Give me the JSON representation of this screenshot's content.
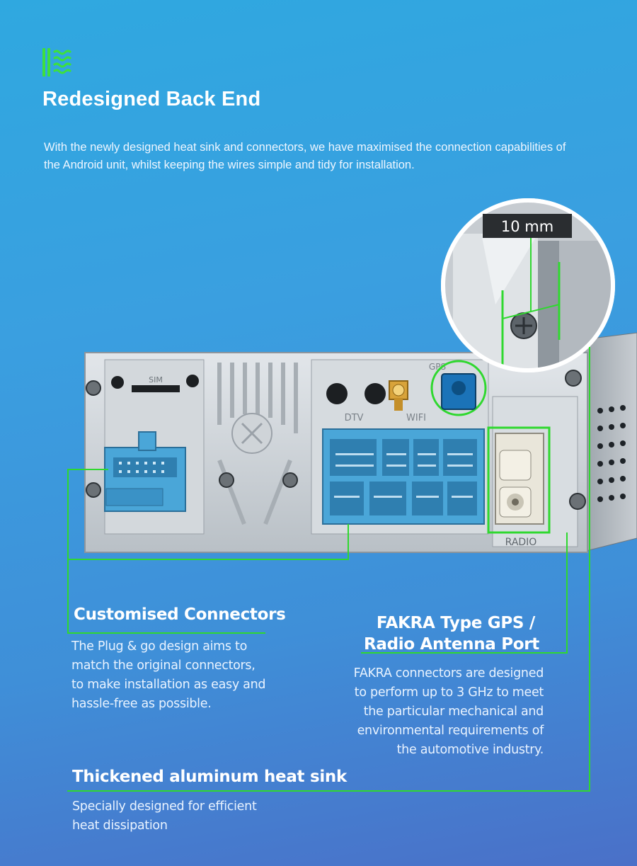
{
  "header": {
    "title": "Redesigned Back End",
    "intro": "With the newly designed heat sink and connectors, we have maximised the connection capabilities of the Android unit, whilst keeping the wires simple and tidy for installation.",
    "icon": "heat-sink-icon"
  },
  "device": {
    "zoom_label": "10 mm",
    "port_labels": {
      "sim": "SIM",
      "dtv": "DTV",
      "wifi": "WIFI",
      "gps": "GPS",
      "radio": "RADIO"
    }
  },
  "features": {
    "connectors": {
      "title": "Customised Connectors",
      "desc_lines": [
        "The Plug & go design aims to",
        "match the original connectors,",
        "to make installation as easy and",
        "hassle-free as possible."
      ]
    },
    "fakra": {
      "title_lines": [
        "FAKRA Type GPS /",
        "Radio Antenna Port"
      ],
      "desc_lines": [
        "FAKRA connectors are designed",
        "to perform up to 3 GHz to meet",
        "the particular mechanical and",
        "environmental requirements of",
        "the automotive industry."
      ]
    },
    "heatsink": {
      "title": "Thickened aluminum heat sink",
      "desc_lines": [
        "Specially designed for efficient",
        "heat dissipation"
      ]
    }
  },
  "colors": {
    "accent": "#2fd82f",
    "connector_blue": "#4aa6d8",
    "metal": "#c9ced3"
  }
}
